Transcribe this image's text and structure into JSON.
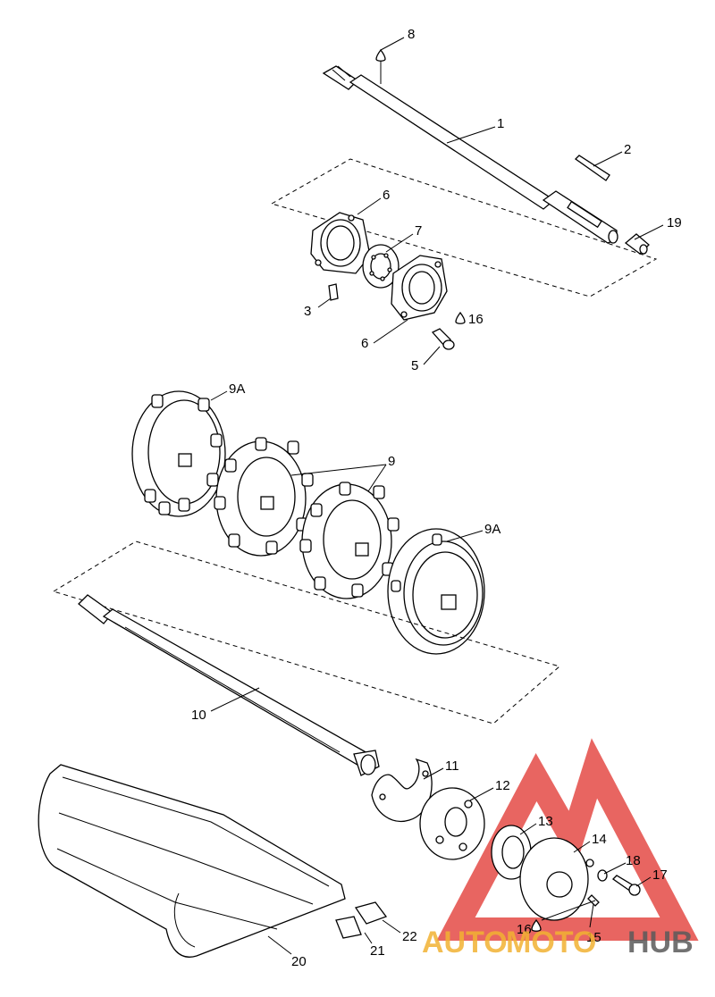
{
  "callouts": {
    "c1": "1",
    "c2": "2",
    "c3": "3",
    "c5": "5",
    "c6a": "6",
    "c6b": "6",
    "c7": "7",
    "c8": "8",
    "c9": "9",
    "c9a_top": "9A",
    "c9a_right": "9A",
    "c10": "10",
    "c11": "11",
    "c12": "12",
    "c13": "13",
    "c14": "14",
    "c15": "15",
    "c16a": "16",
    "c16b": "16",
    "c17": "17",
    "c18": "18",
    "c19": "19",
    "c20": "20",
    "c21": "21",
    "c22": "22"
  },
  "watermark": {
    "part1": "AUTO",
    "part2": "MOTO",
    "part3": "HUB",
    "color_red": "#e0322c",
    "color_yellow": "#f2b233",
    "color_gray": "#5a5a5a"
  }
}
